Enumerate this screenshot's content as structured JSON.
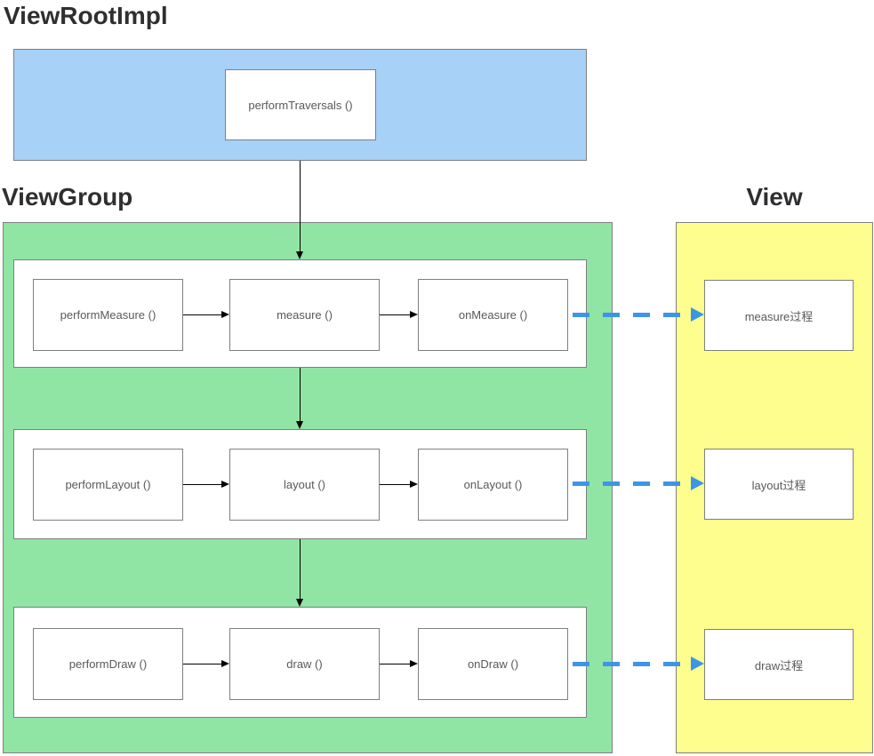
{
  "colors": {
    "viewrootimpl_fill": "#a7d1f7",
    "viewgroup_fill": "#90e5a4",
    "view_fill": "#fdfe8e",
    "dashed_arrow_blue": "#3d95e8",
    "border_gray": "#7f7f7f",
    "title_text": "#2f2f2f",
    "node_text": "#595959"
  },
  "viewrootimpl": {
    "title": "ViewRootImpl",
    "box": "performTraversals ()"
  },
  "viewgroup": {
    "title": "ViewGroup",
    "rows": [
      {
        "boxes": [
          "performMeasure ()",
          "measure ()",
          "onMeasure ()"
        ]
      },
      {
        "boxes": [
          "performLayout ()",
          "layout ()",
          "onLayout ()"
        ]
      },
      {
        "boxes": [
          "performDraw ()",
          "draw ()",
          "onDraw ()"
        ]
      }
    ]
  },
  "view": {
    "title": "View",
    "boxes": [
      "measure过程",
      "layout过程",
      "draw过程"
    ]
  }
}
